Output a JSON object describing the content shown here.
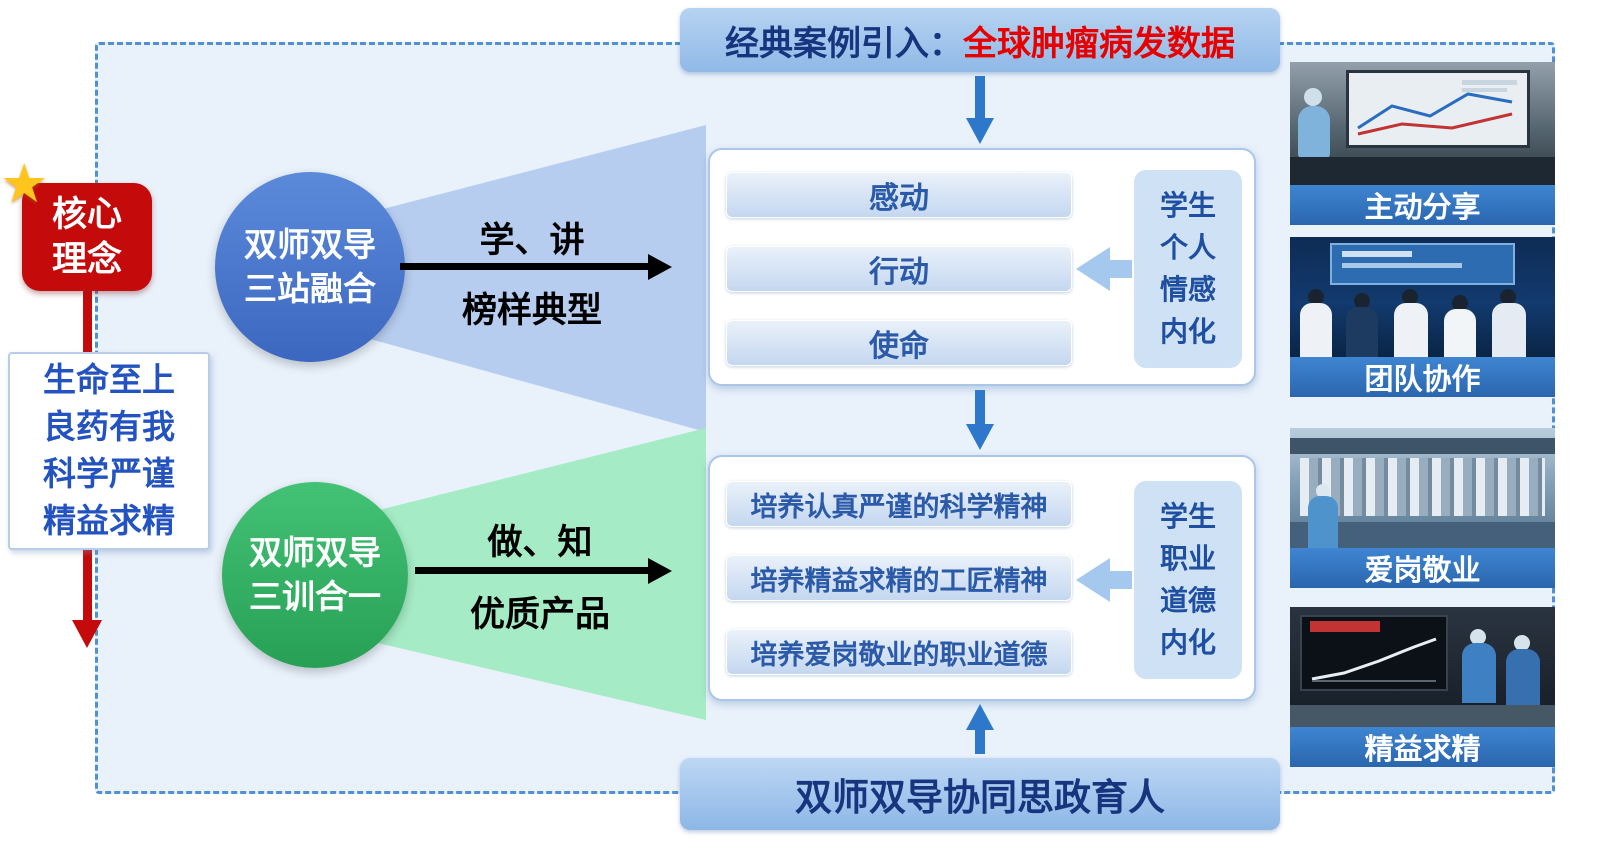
{
  "colors": {
    "accent_red": "#c40a0a",
    "highlight_red": "#e60000",
    "banner_blue": "#9ec5ec",
    "navy_text": "#16357e",
    "circle_blue": "#4577cd",
    "circle_green": "#2fae62",
    "funnel_blue": "#b7cdf0",
    "funnel_green": "#a5ebc5",
    "caption_bar_blue": "#2e74c0",
    "panel_text_blue": "#2a5aa8"
  },
  "top_banner": {
    "prefix": "经典案例引入：",
    "highlight": "全球肿瘤病发数据"
  },
  "bottom_banner": {
    "label": "双师双导协同思政育人"
  },
  "core": {
    "star_icon": "★",
    "title": [
      "核心",
      "理念"
    ],
    "values": [
      "生命至上",
      "良药有我",
      "科学严谨",
      "精益求精"
    ]
  },
  "flows": [
    {
      "circle": [
        "双师双导",
        "三站融合"
      ],
      "arrow_label_top": "学、讲",
      "arrow_label_bottom": "榜样典型",
      "items": [
        "感动",
        "行动",
        "使命"
      ],
      "side_box": [
        "学生",
        "个人",
        "情感",
        "内化"
      ]
    },
    {
      "circle": [
        "双师双导",
        "三训合一"
      ],
      "arrow_label_top": "做、知",
      "arrow_label_bottom": "优质产品",
      "items": [
        "培养认真严谨的科学精神",
        "培养精益求精的工匠精神",
        "培养爱岗敬业的职业道德"
      ],
      "side_box": [
        "学生",
        "职业",
        "道德",
        "内化"
      ]
    }
  ],
  "photos": [
    {
      "caption": "主动分享"
    },
    {
      "caption": "团队协作"
    },
    {
      "caption": "爱岗敬业"
    },
    {
      "caption": "精益求精"
    }
  ]
}
